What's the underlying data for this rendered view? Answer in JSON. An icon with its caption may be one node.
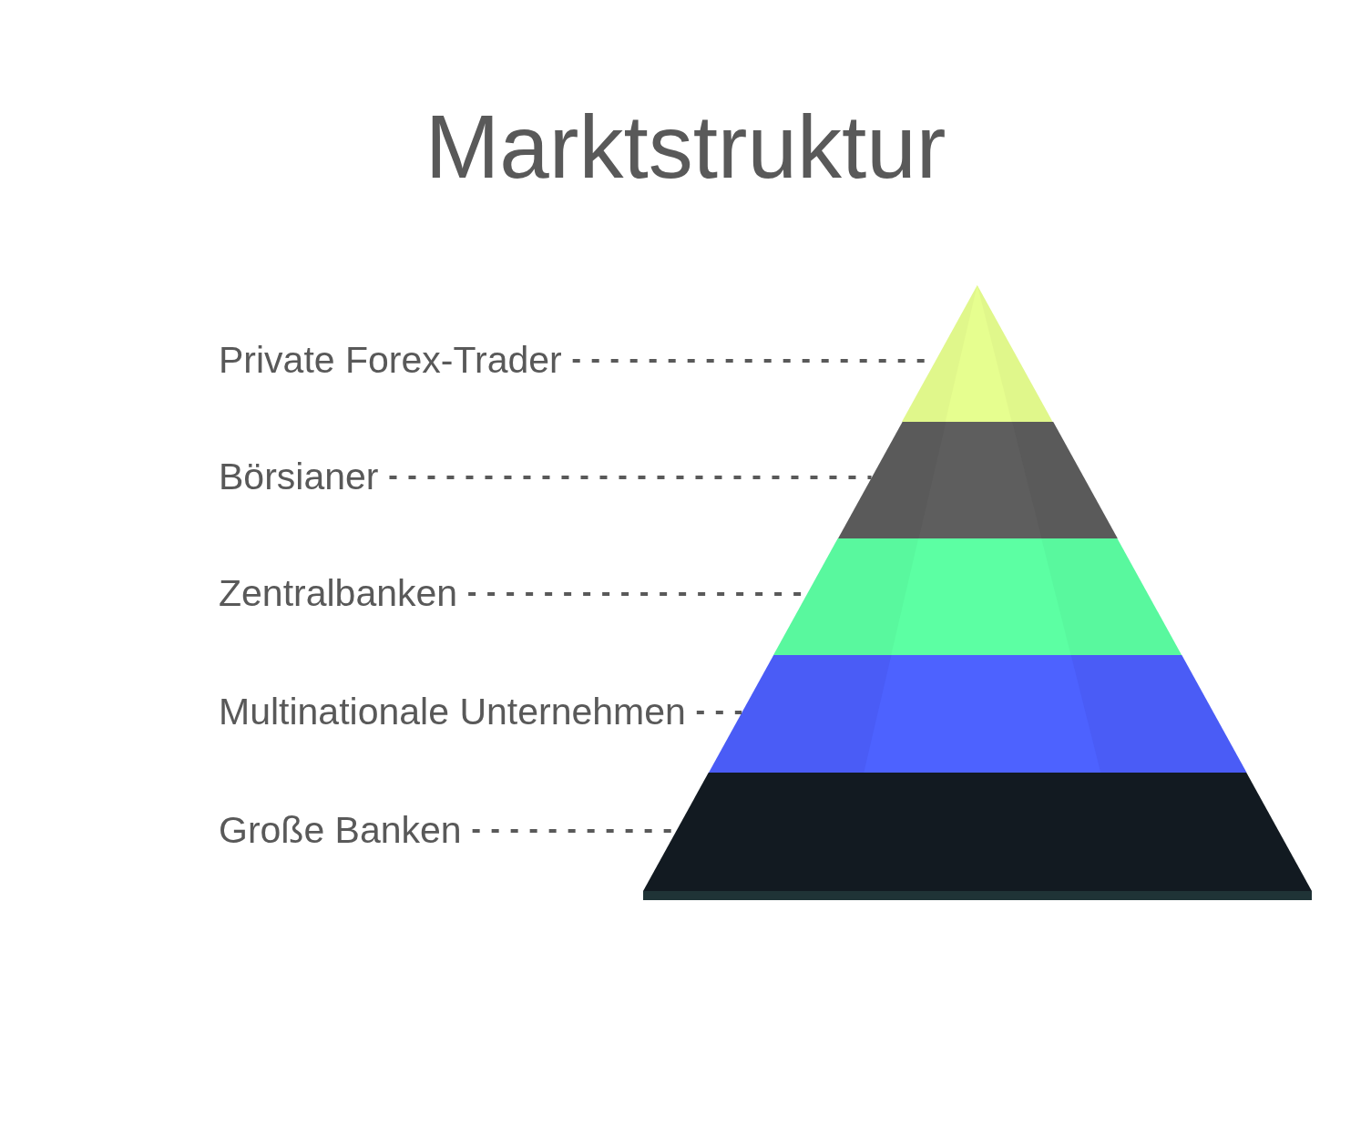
{
  "diagram": {
    "title": "Marktstruktur",
    "nodes": [
      {
        "text": [
          "Private Forex-Trader"
        ]
      },
      {
        "text": [
          "Börsianer"
        ]
      },
      {
        "text": [
          "Zentralbanken"
        ]
      },
      {
        "text": [
          "Multinationale Unternehmen"
        ]
      },
      {
        "text": [
          "Große Banken"
        ]
      },
      {
        "text": [],
        "shape": "triangle"
      },
      {
        "text": [],
        "shape": "trapezoid"
      },
      {
        "text": [],
        "shape": "trapezoid"
      },
      {
        "text": [],
        "shape": "trapezoid"
      },
      {
        "text": [],
        "shape": "trapezoid"
      }
    ],
    "edges": [
      {
        "from": 0,
        "to": 5,
        "arrow": "none",
        "style": "dashed"
      },
      {
        "from": 1,
        "to": 6,
        "arrow": "none",
        "style": "dashed"
      },
      {
        "from": 2,
        "to": 7,
        "arrow": "none",
        "style": "dashed"
      },
      {
        "from": 3,
        "to": 8,
        "arrow": "none",
        "style": "dashed"
      },
      {
        "from": 4,
        "to": 9,
        "arrow": "none",
        "style": "dashed"
      }
    ]
  }
}
